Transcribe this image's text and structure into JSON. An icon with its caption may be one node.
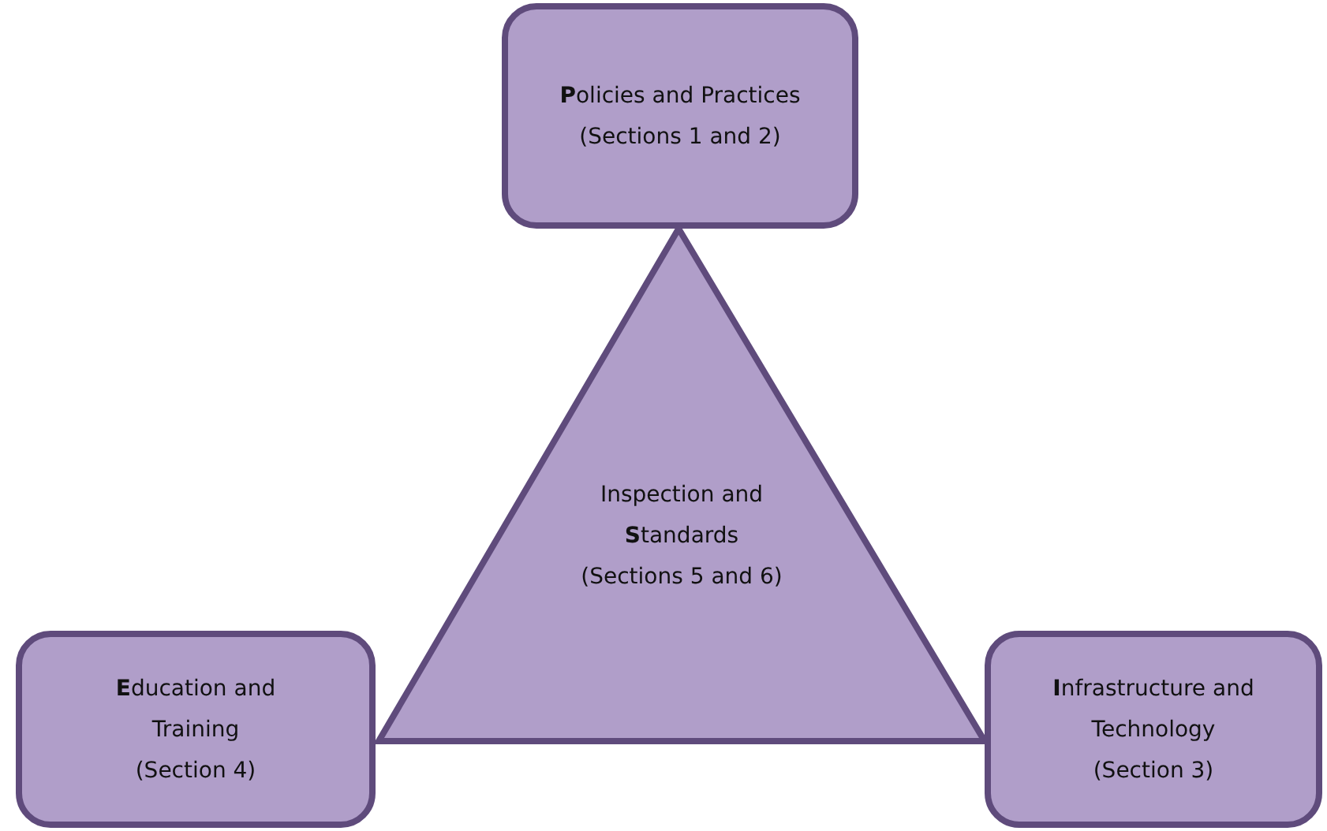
{
  "diagram": {
    "nodes": [
      {
        "text": [
          "**P**olicies and Practices",
          "(Sections 1 and 2)"
        ]
      },
      {
        "text": [
          "Inspection and **S**tandards",
          "(Sections 5 and 6)"
        ]
      },
      {
        "text": [
          "**E**ducation and Training",
          "(Section 4)"
        ]
      },
      {
        "text": [
          "**I**nfrastructure and Technology",
          "(Section 3)"
        ]
      }
    ]
  }
}
